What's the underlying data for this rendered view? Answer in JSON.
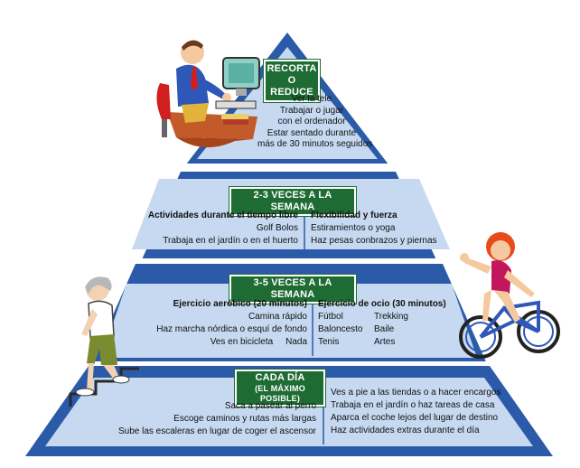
{
  "colors": {
    "blue": "#2a5aa8",
    "light_blue": "#c6d9f0",
    "green": "#1e6b33",
    "white": "#ffffff"
  },
  "tier1": {
    "badge_line1": "RECORTA",
    "badge_line2": "O REDUCE",
    "items": [
      "Ver la tele",
      "Trabajar o jugar",
      "con el ordenador",
      "Estar sentado durante",
      "más de 30 minutos seguidos"
    ]
  },
  "tier2": {
    "badge": "2-3 VECES A LA SEMANA",
    "left_heading": "Actividades durante el tiempo libre",
    "left_items": [
      "Golf  Bolos",
      "Trabaja en el jardín o en el huerto"
    ],
    "right_heading": "Flexibilidad y fuerza",
    "right_items": [
      "Estiramientos o yoga",
      "Haz pesas conbrazos y piernas"
    ]
  },
  "tier3": {
    "badge": "3-5 VECES A LA SEMANA",
    "left_heading": "Ejercicio aeróbico (20 minutos)",
    "left_items": [
      "Camina rápido",
      "Haz marcha nórdica o esquí de fondo"
    ],
    "left_last_a": "Ves en bicicleta",
    "left_last_b": "Nada",
    "right_heading": "Ejercicio de ocio (30 minutos)",
    "right_grid": [
      "Fútbol",
      "Trekking",
      "Baloncesto",
      "Baile",
      "Tenis",
      "Artes"
    ]
  },
  "tier4": {
    "badge_line1": "CADA DÍA",
    "badge_line2": "(EL MÁXIMO POSIBLE)",
    "left_items": [
      "Saca a pasear al perro",
      "Escoge caminos y rutas más largas",
      "Sube las escaleras en lugar de coger el ascensor"
    ],
    "right_items": [
      "Ves a pie a las tiendas o a hacer encargos",
      "Trabaja en el jardín o haz tareas de casa",
      "Aparca el coche lejos del lugar de destino",
      "Haz actividades extras durante el día"
    ]
  },
  "illustrations": {
    "computer_user": "person-at-computer",
    "cyclist": "woman-on-bicycle",
    "stairs": "elderly-woman-climbing-stairs"
  }
}
